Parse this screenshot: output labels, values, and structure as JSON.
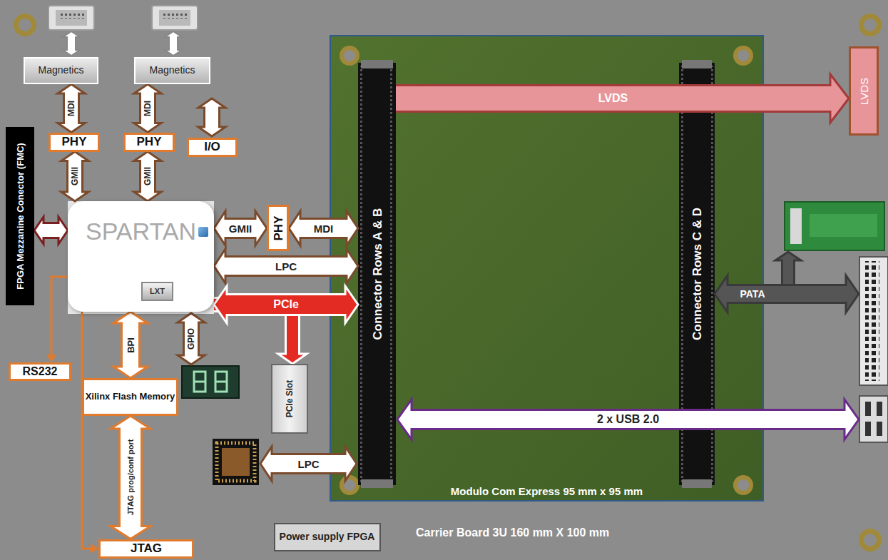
{
  "diagram": {
    "nodes": [
      {
        "text": [
          "Magnetics"
        ]
      },
      {
        "text": [
          "Magnetics"
        ]
      },
      {
        "text": [
          "FPGA Mezzanine Conector (FMC)"
        ]
      },
      {
        "text": [
          "PHY"
        ]
      },
      {
        "text": [
          "PHY"
        ]
      },
      {
        "text": [
          "I/O"
        ]
      },
      {
        "text": [
          "SPARTAN"
        ]
      },
      {
        "text": [
          "LXT"
        ],
        "in": 6
      },
      {
        "text": [
          "PHY"
        ]
      },
      {
        "text": [
          "Modulo Com Express 95 mm x 95 mm"
        ]
      },
      {
        "text": [
          "Connector Rows A & B"
        ],
        "in": 9
      },
      {
        "text": [
          "Connector Rows C & D"
        ],
        "in": 9
      },
      {
        "text": [
          "LVDS"
        ]
      },
      {
        "text": [
          "RS232"
        ]
      },
      {
        "text": [
          "Xilinx Flash Memory"
        ]
      },
      {
        "text": [
          "PCIe Slot"
        ]
      },
      {
        "text": [
          "JTAG"
        ]
      },
      {
        "text": [
          "Power supply FPGA"
        ]
      }
    ],
    "edges": [
      {
        "from": 0,
        "to": 3,
        "label": "MDI",
        "arrow": "both"
      },
      {
        "from": 1,
        "to": 4,
        "label": "MDI",
        "arrow": "both"
      },
      {
        "from": 3,
        "to": 6,
        "label": "GMII",
        "arrow": "both"
      },
      {
        "from": 4,
        "to": 6,
        "label": "GMII",
        "arrow": "both"
      },
      {
        "from": 2,
        "to": 6,
        "arrow": "both"
      },
      {
        "from": 6,
        "to": 8,
        "label": "GMII",
        "arrow": "both"
      },
      {
        "from": 8,
        "to": 10,
        "label": "MDI",
        "arrow": "both"
      },
      {
        "from": 6,
        "to": 10,
        "label": "LPC",
        "arrow": "both"
      },
      {
        "from": 6,
        "to": 10,
        "label": "PCIe",
        "arrow": "both"
      },
      {
        "from": 6,
        "to": 15,
        "arrow": "to"
      },
      {
        "from": 10,
        "to": 12,
        "label": "LVDS",
        "arrow": "to"
      },
      {
        "from": 6,
        "to": 14,
        "label": "BPI",
        "arrow": "both"
      },
      {
        "from": 14,
        "to": 16,
        "label": "JTAG prog/conf port",
        "arrow": "both"
      },
      {
        "from": 6,
        "to": 13,
        "arrow": "to"
      },
      {
        "from": 6,
        "to": 16,
        "arrow": "to"
      }
    ],
    "labels": [
      "GPIO",
      "LPC",
      "PATA",
      "2 x USB 2.0",
      "Carrier Board 3U 160 mm X 100 mm"
    ]
  }
}
